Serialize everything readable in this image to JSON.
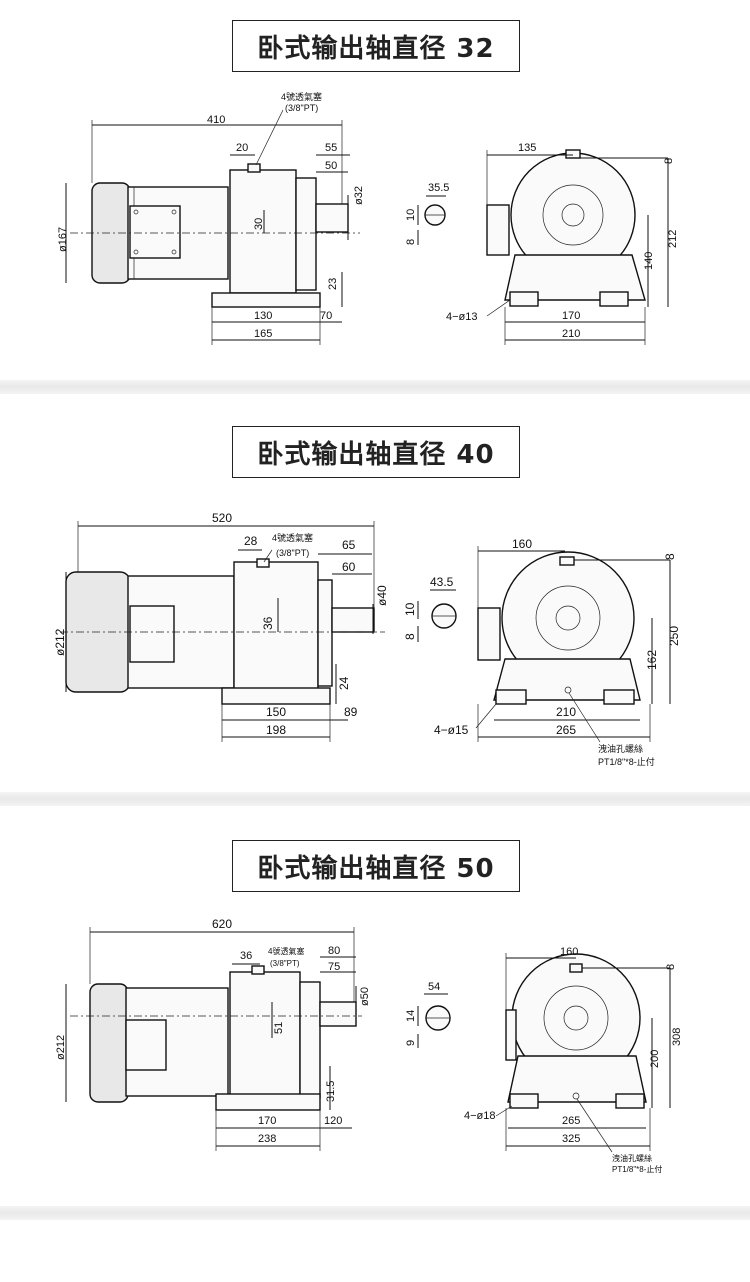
{
  "sections": [
    {
      "title": "卧式输出轴直径 32",
      "side": {
        "overall": "410",
        "d_left": "20",
        "d55": "55",
        "d50": "50",
        "shaft_dia": "ø32",
        "motor_dia": "ø167",
        "center": "30",
        "h23": "23",
        "base": "130",
        "base_right": "70",
        "base_total": "165",
        "vent": "4號透氣塞",
        "vent_size": "(3/8\"PT)"
      },
      "front": {
        "top": "135",
        "r8": "8",
        "h212": "212",
        "h140": "140",
        "key_w": "35.5",
        "key_10": "10",
        "key_8": "8",
        "holes": "4−ø13",
        "inner": "170",
        "outer": "210"
      }
    },
    {
      "title": "卧式输出轴直径 40",
      "side": {
        "overall": "520",
        "d_left": "28",
        "d55": "65",
        "d50": "60",
        "shaft_dia": "ø40",
        "motor_dia": "ø212",
        "center": "36",
        "h23": "24",
        "base": "150",
        "base_right": "89",
        "base_total": "198",
        "vent": "4號透氣塞",
        "vent_size": "(3/8\"PT)"
      },
      "front": {
        "top": "160",
        "r8": "8",
        "h212": "250",
        "h140": "162",
        "key_w": "43.5",
        "key_10": "10",
        "key_8": "8",
        "holes": "4−ø15",
        "inner": "210",
        "outer": "265",
        "drain": "洩油孔螺絲",
        "drain_size": "PT1/8\"*8-止付"
      }
    },
    {
      "title": "卧式输出轴直径 50",
      "side": {
        "overall": "620",
        "d_left": "36",
        "d55": "80",
        "d50": "75",
        "shaft_dia": "ø50",
        "motor_dia": "ø212",
        "center": "51",
        "h23": "31.5",
        "base": "170",
        "base_right": "120",
        "base_total": "238",
        "vent": "4號透氣塞",
        "vent_size": "(3/8\"PT)"
      },
      "front": {
        "top": "160",
        "r8": "8",
        "h212": "308",
        "h140": "200",
        "key_w": "54",
        "key_10": "14",
        "key_8": "9",
        "holes": "4−ø18",
        "inner": "265",
        "outer": "325",
        "drain": "洩油孔螺絲",
        "drain_size": "PT1/8\"*8-止付"
      }
    }
  ]
}
